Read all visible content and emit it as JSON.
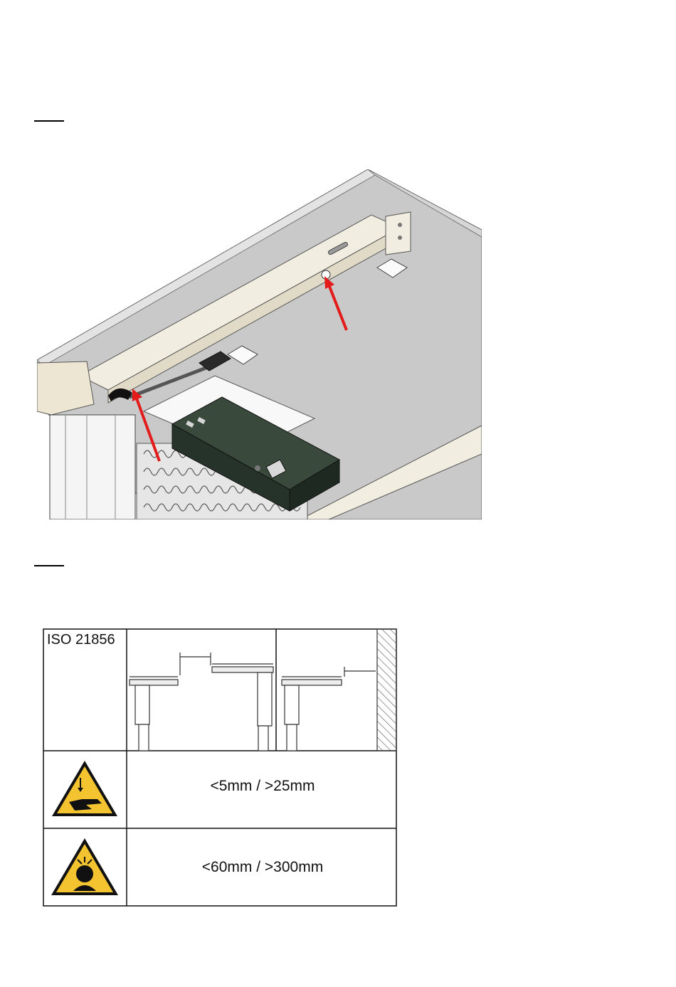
{
  "section_rules": [
    "step-a",
    "step-b"
  ],
  "illustration": {
    "alt": "",
    "arrow_color": "#e31b1b",
    "control_box_color": "#2b3a2e",
    "panel_color": "#bdbdbd"
  },
  "table": {
    "header": "ISO 21856",
    "rows": [
      {
        "icon": "crush-hazard-hand-icon",
        "text": "<5mm / >25mm"
      },
      {
        "icon": "head-bump-hazard-icon",
        "text": "<60mm / >300mm"
      }
    ],
    "warning_yellow": "#f4c430"
  }
}
